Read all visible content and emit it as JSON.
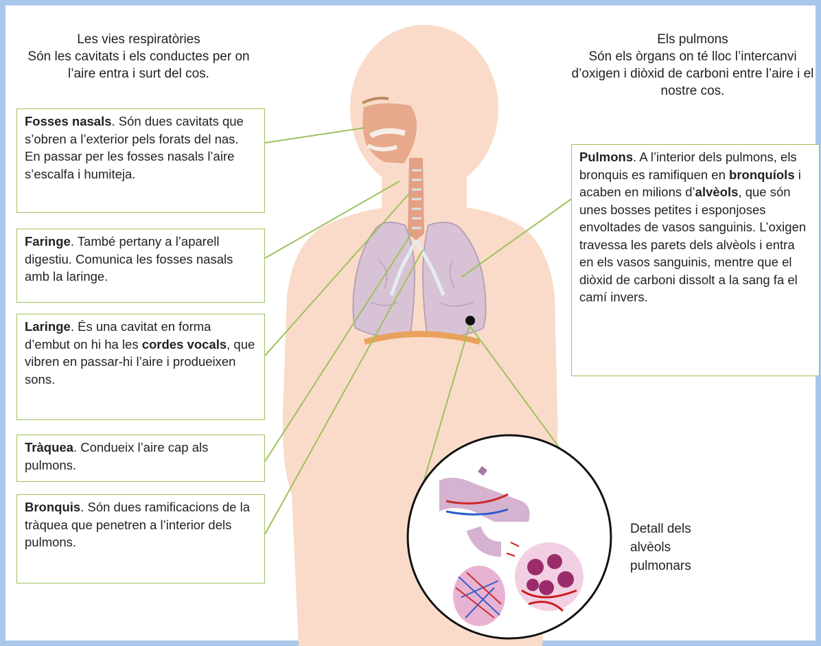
{
  "left_heading": {
    "title": "Les vies respiratòries",
    "text": "Són les cavitats i els conductes per on l’aire entra i surt del cos."
  },
  "right_heading": {
    "title": "Els pulmons",
    "text": "Són els òrgans on té lloc l’intercanvi d’oxigen i diòxid de carboni entre l’aire i el nostre cos."
  },
  "boxes": {
    "fosses": {
      "term": "Fosses nasals",
      "text": ". Són dues cavitats que s’obren a l’exterior pels forats del nas. En passar per les fosses nasals l’aire s’escalfa i humiteja."
    },
    "faringe": {
      "term": "Faringe",
      "text": ". També pertany  a l’aparell digestiu. Comunica les fosses nasals amb la laringe."
    },
    "laringe": {
      "term": "Laringe",
      "text1": ". És una cavitat en forma d’embut on hi ha les ",
      "kw": "cordes vocals",
      "text2": ", que vibren en passar-hi l’aire i produeixen sons."
    },
    "traquea": {
      "term": "Tràquea",
      "text": ". Condueix l’aire cap als pulmons."
    },
    "bronquis": {
      "term": "Bronquis",
      "text": ". Són dues ramificacions de la tràquea que penetren a l’interior dels pulmons."
    },
    "pulmons": {
      "term": "Pulmons",
      "text1": ". A l’interior dels pulmons, els bronquis es ramifiquen en ",
      "kw1": "bronquíols",
      "text2": " i acaben en milions d’",
      "kw2": "alvèols",
      "text3": ", que són unes bosses petites i esponjoses envoltades de vasos sanguinis. L’oxigen travessa les parets dels alvèols i entra en els vasos sanguinis, mentre que el diòxid de carboni dissolt a la sang fa el camí invers."
    }
  },
  "detail_caption": {
    "line1": "Detall dels",
    "line2": "alvèols",
    "line3": "pulmonars"
  },
  "colors": {
    "frame": "#a9c7ea",
    "box_border": "#9cc25a",
    "leader_line": "#9cc25a",
    "skin": "#fadbc9",
    "lung": "#d8c3d6",
    "airway": "#e4a084",
    "diaphragm": "#e9a15c"
  }
}
